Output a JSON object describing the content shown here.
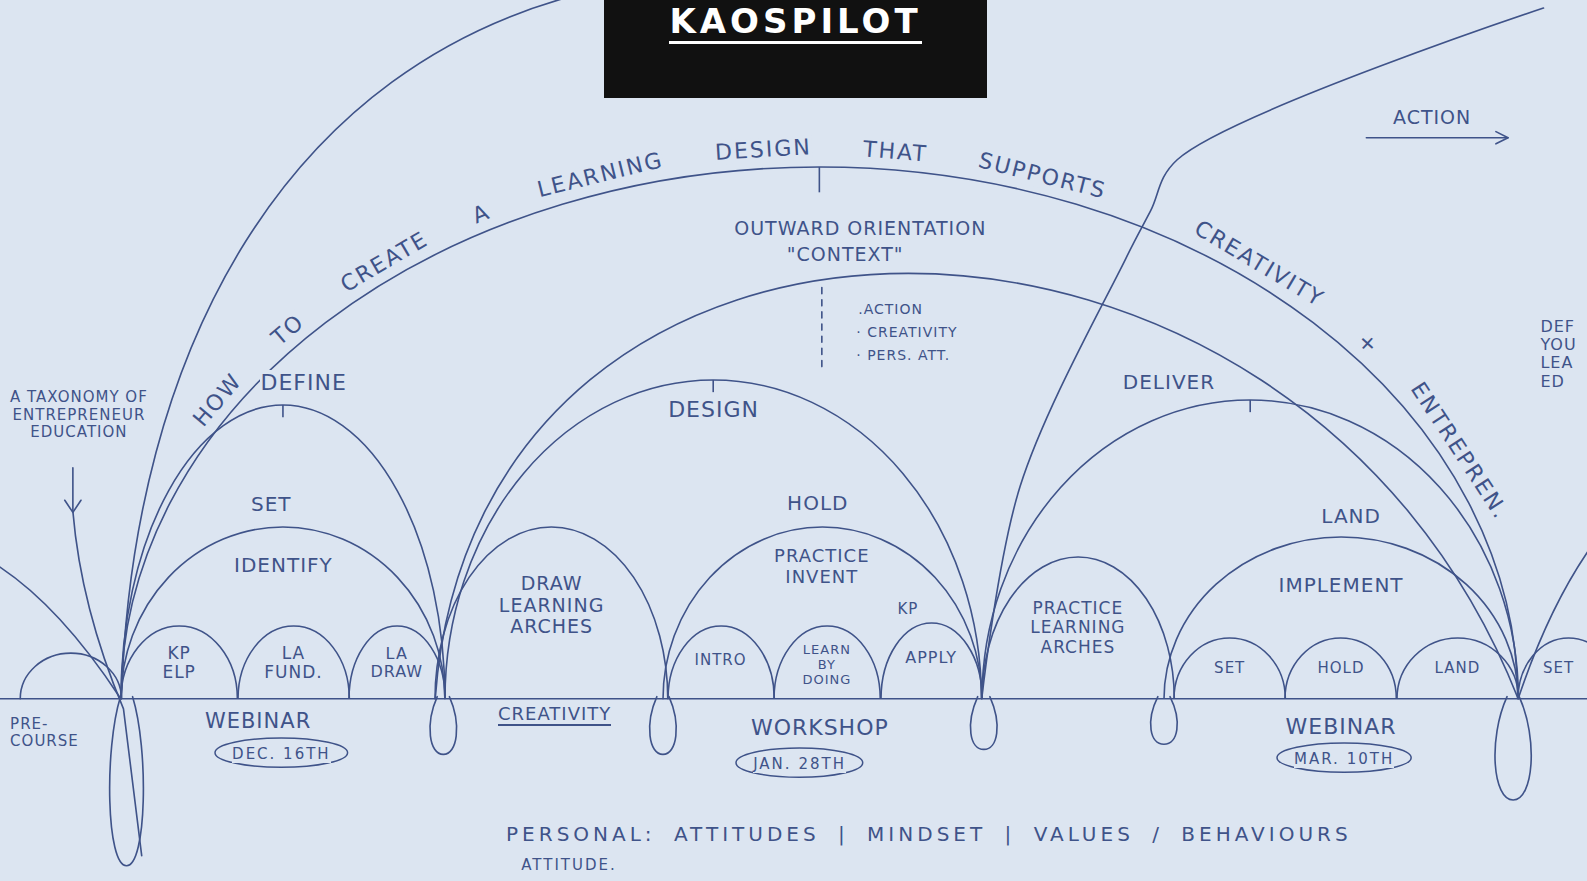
{
  "diagram": {
    "nodes": [
      {
        "text": [
          "KAOSPILOT"
        ]
      },
      {
        "text": [
          "HOW TO CREATE A LEARNING DESIGN THAT SUPPORTS CREATIVITY + ENTREPREN."
        ]
      },
      {
        "text": [
          "DEFINE"
        ],
        "in": 1
      },
      {
        "text": [
          "SET",
          "IDENTIFY"
        ],
        "in": 2
      },
      {
        "text": [
          "KP ELP"
        ],
        "in": 3
      },
      {
        "text": [
          "LA FUND."
        ],
        "in": 3
      },
      {
        "text": [
          "LA DRAW"
        ],
        "in": 3
      },
      {
        "text": [
          "DESIGN"
        ],
        "in": 1
      },
      {
        "text": [
          "DRAW LEARNING ARCHES"
        ],
        "in": 7
      },
      {
        "text": [
          "HOLD",
          "PRACTICE INVENT"
        ],
        "in": 7
      },
      {
        "text": [
          "INTRO"
        ],
        "in": 9
      },
      {
        "text": [
          "LEARN BY DOING"
        ],
        "in": 9
      },
      {
        "text": [
          "KP",
          "APPLY"
        ],
        "in": 9
      },
      {
        "text": [
          "DELIVER"
        ],
        "in": 1
      },
      {
        "text": [
          "PRACTICE LEARNING ARCHES"
        ],
        "in": 13
      },
      {
        "text": [
          "LAND",
          "IMPLEMENT"
        ],
        "in": 13
      },
      {
        "text": [
          "SET"
        ],
        "in": 15
      },
      {
        "text": [
          "HOLD"
        ],
        "in": 15
      },
      {
        "text": [
          "LAND"
        ],
        "in": 15
      },
      {
        "text": [
          "SET"
        ]
      },
      {
        "text": [
          "DEC. 16TH"
        ]
      },
      {
        "text": [
          "JAN. 28TH"
        ]
      },
      {
        "text": [
          "MAR. 10TH"
        ]
      }
    ],
    "labels": [
      "A TAXONOMY OF ENTREPRENEUR EDUCATION",
      "OUTWARD ORIENTATION",
      "\"CONTEXT\"",
      ".ACTION",
      "· CREATIVITY",
      "· PERS. ATT.",
      "ACTION",
      "DEF YOU LEA ED",
      "PRE- COURSE",
      "WEBINAR",
      "CREATIVITY",
      "WORKSHOP",
      "WEBINAR",
      "PERSONAL: ATTITUDES | MINDSET | VALUES / BEHAVIOURS",
      "ATTITUDE."
    ]
  }
}
